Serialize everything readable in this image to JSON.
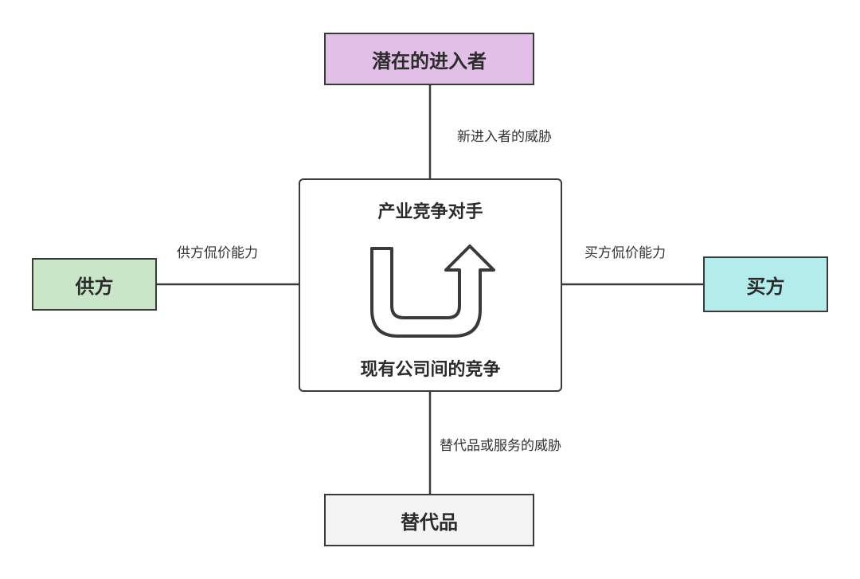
{
  "nodes": {
    "entrants": {
      "label": "潜在的进入者",
      "fill": "#e2bfe6"
    },
    "suppliers": {
      "label": "供方",
      "fill": "#c9e6c9"
    },
    "buyers": {
      "label": "买方",
      "fill": "#b4ecec"
    },
    "substitutes": {
      "label": "替代品",
      "fill": "#f4f4f4"
    }
  },
  "center": {
    "title": "产业竞争对手",
    "subtitle": "现有公司间的竞争",
    "icon": "u-turn-arrow-icon"
  },
  "edges": {
    "new_entrants": "新进入者的威胁",
    "suppliers": "供方侃价能力",
    "buyers": "买方侃价能力",
    "substitutes": "替代品或服务的威胁"
  },
  "colors": {
    "stroke": "#3a3a3a",
    "text": "#2b2b2b"
  }
}
